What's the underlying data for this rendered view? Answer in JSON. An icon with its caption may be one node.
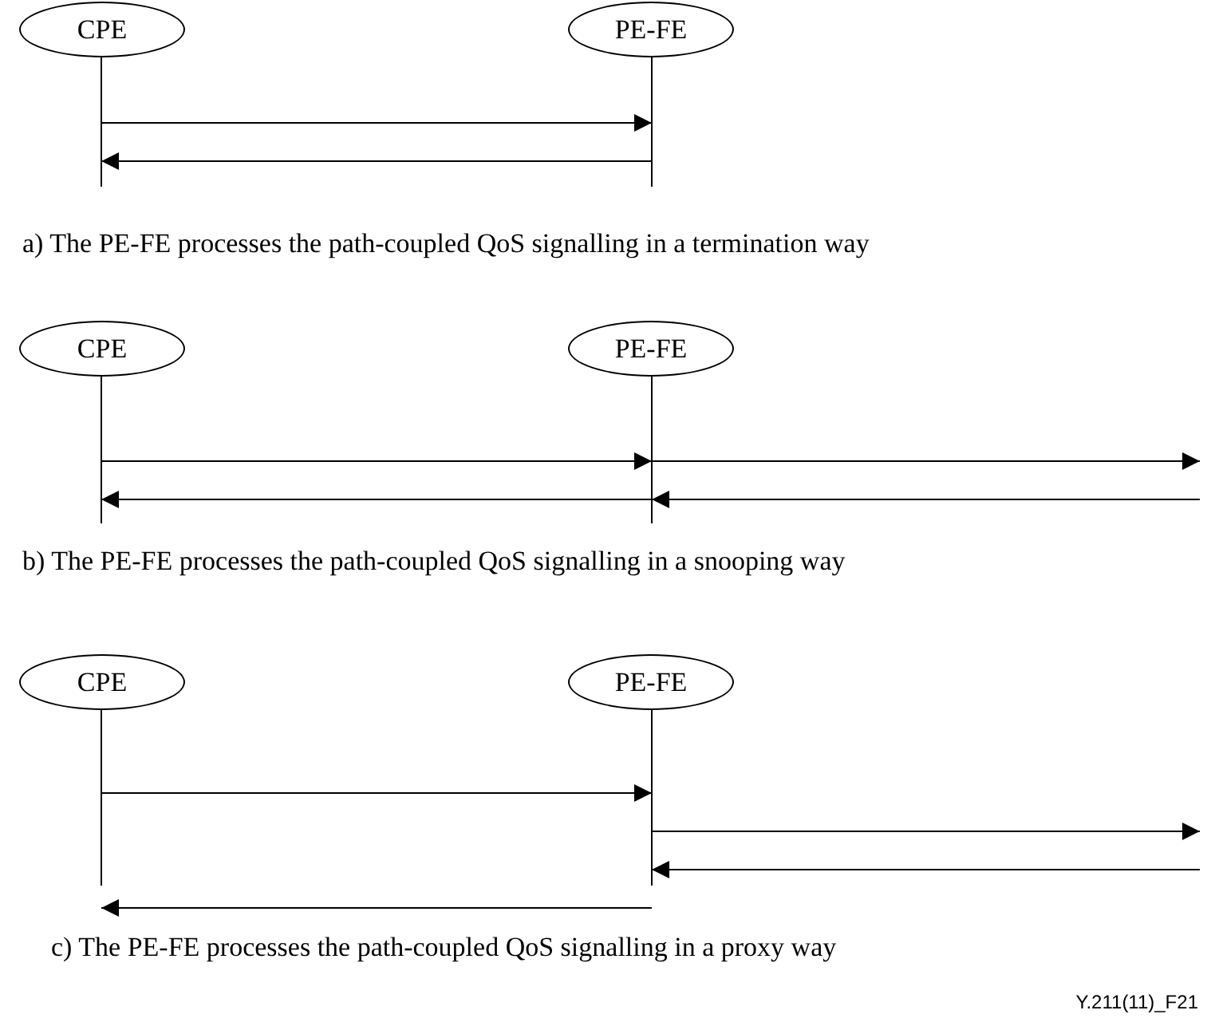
{
  "diagram": {
    "nodes": [
      {
        "text": [
          "CPE"
        ]
      },
      {
        "text": [
          "PE-FE"
        ]
      },
      {
        "text": [],
        "shape": "bar"
      },
      {
        "text": [],
        "shape": "bar"
      },
      {
        "text": [
          "CPE"
        ]
      },
      {
        "text": [
          "PE-FE"
        ]
      },
      {
        "text": [],
        "shape": "bar"
      },
      {
        "text": [],
        "shape": "bar"
      },
      {
        "text": [
          "CPE"
        ]
      },
      {
        "text": [
          "PE-FE"
        ]
      },
      {
        "text": [],
        "shape": "bar"
      },
      {
        "text": [],
        "shape": "bar"
      }
    ],
    "edges": [
      {
        "from": 2,
        "to": 3,
        "arrow": "to"
      },
      {
        "from": 3,
        "to": 2,
        "arrow": "to"
      },
      {
        "from": 6,
        "to": 7,
        "arrow": "to"
      },
      {
        "from": 7,
        "to": null,
        "arrow": "to"
      },
      {
        "from": 7,
        "to": 6,
        "arrow": "to"
      },
      {
        "from": null,
        "to": 7,
        "arrow": "to"
      },
      {
        "from": 10,
        "to": 11,
        "arrow": "to"
      },
      {
        "from": 11,
        "to": null,
        "arrow": "to"
      },
      {
        "from": null,
        "to": 11,
        "arrow": "to"
      },
      {
        "from": 11,
        "to": 10,
        "arrow": "to"
      }
    ],
    "labels": [
      "a) The PE-FE processes the path-coupled QoS signalling in a termination way",
      "b) The PE-FE processes the path-coupled QoS signalling in a snooping way",
      "c) The PE-FE processes the path-coupled QoS signalling in a proxy way",
      "Y.211(11)_F21"
    ]
  }
}
